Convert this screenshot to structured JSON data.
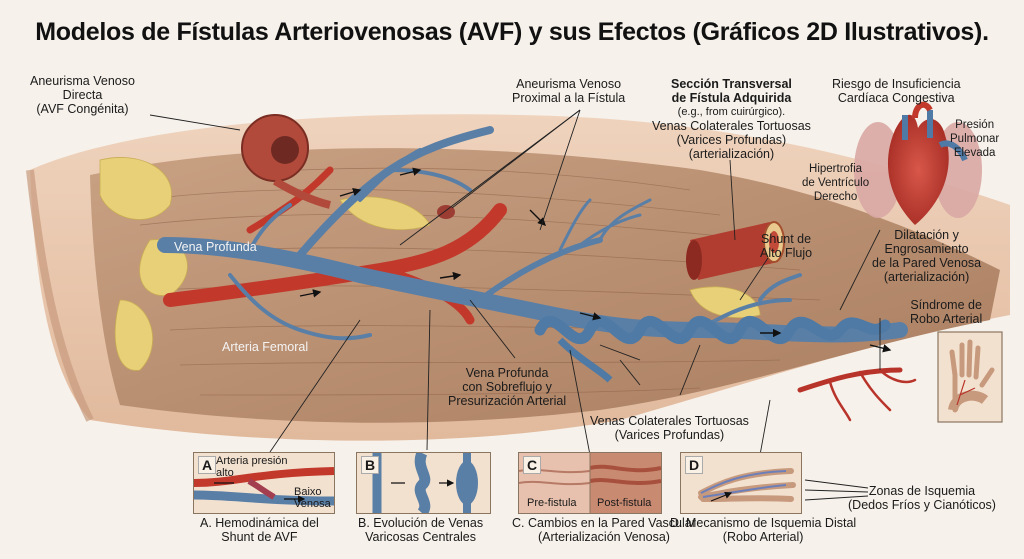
{
  "title": "Modelos de Fístulas Arteriovenosas (AVF) y sus Efectos (Gráficos 2D Ilustrativos).",
  "labels": {
    "aneurisma_directa": [
      "Aneurisma Venoso",
      "Directa",
      "(AVF Congénita)"
    ],
    "aneurisma_proximal": [
      "Aneurisma Venoso",
      "Proximal a la Fístula"
    ],
    "seccion_transversal": [
      "Sección Transversal",
      "de Fístula Adquirida",
      "(e.g., from cuirúrgico).",
      "Venas Colaterales Tortuosas",
      "(Varices Profundas)",
      "(arterialización)"
    ],
    "riesgo": [
      "Riesgo de Insuficiencia",
      "Cardíaca Congestiva"
    ],
    "presion_pulmonar": [
      "Presión",
      "Pulmonar",
      "Elevada"
    ],
    "hipertrofia": [
      "Hipertrofia",
      "de Ventrículo",
      "Derecho"
    ],
    "shunt": [
      "Shunt de",
      "Alto Flujo"
    ],
    "dilatacion": [
      "Dilatación y",
      "Engrosamiento",
      "de la Pared Venosa",
      "(arterialización)"
    ],
    "vena_profunda": "Vena Profunda",
    "arteria_femoral": "Arteria Femoral",
    "sindrome_robo": [
      "Síndrome de",
      "Robo Arterial"
    ],
    "vena_sobreflujo": [
      "Vena Profunda",
      "con Sobreflujo y",
      "Presurización Arterial"
    ],
    "venas_colaterales": [
      "Venas Colaterales Tortuosas",
      "(Varices Profundas)"
    ],
    "zonas_isquemia": [
      "Zonas de Isquemia",
      "(Dedos Fríos y Cianóticos)"
    ]
  },
  "panels": {
    "a": {
      "letter": "A",
      "text_top": [
        "Arteria presión",
        "alto"
      ],
      "text_bottom": [
        "Baixo",
        "Venosa"
      ],
      "caption": [
        "A. Hemodinámica del",
        "Shunt de AVF"
      ]
    },
    "b": {
      "letter": "B",
      "caption": [
        "B. Evolución de Venas",
        "Varicosas Centrales"
      ]
    },
    "c": {
      "letter": "C",
      "pre": "Pre-fistula",
      "post": "Post-fistula",
      "caption": [
        "C. Cambios en la Pared Vascular",
        "(Arterialización Venosa)"
      ]
    },
    "d": {
      "letter": "D",
      "caption": [
        "D. Mecanismo de Isquemia Distal",
        "(Robo Arterial)"
      ]
    }
  },
  "colors": {
    "vein": "#5a7fa6",
    "artery": "#c2392c",
    "muscle": "#b98c6e",
    "fat": "#e8d27a",
    "skin": "#e9c9b0"
  }
}
